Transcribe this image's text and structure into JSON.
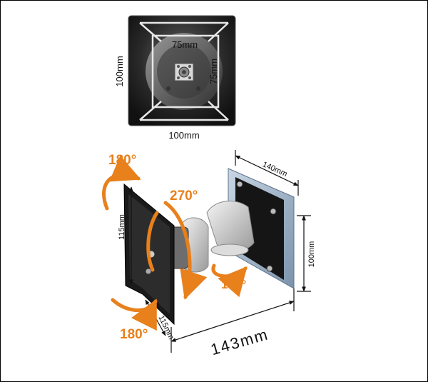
{
  "vesa_plate": {
    "inner_width": "75mm",
    "inner_height": "75mm",
    "outer_width": "100mm",
    "outer_height": "100mm"
  },
  "mount": {
    "rotations": {
      "top_left": "180°",
      "middle": "270°",
      "base": "180°",
      "bottom_left": "180°"
    },
    "dimensions": {
      "wall_plate_width": "140mm",
      "wall_plate_height": "100mm",
      "monitor_plate_height": "115mm",
      "monitor_plate_width": "115mm",
      "total_depth": "143mm"
    }
  },
  "colors": {
    "rotation_accent": "#e8801c",
    "plate": "#1a1a1a",
    "acrylic": "#9fb3c8"
  }
}
